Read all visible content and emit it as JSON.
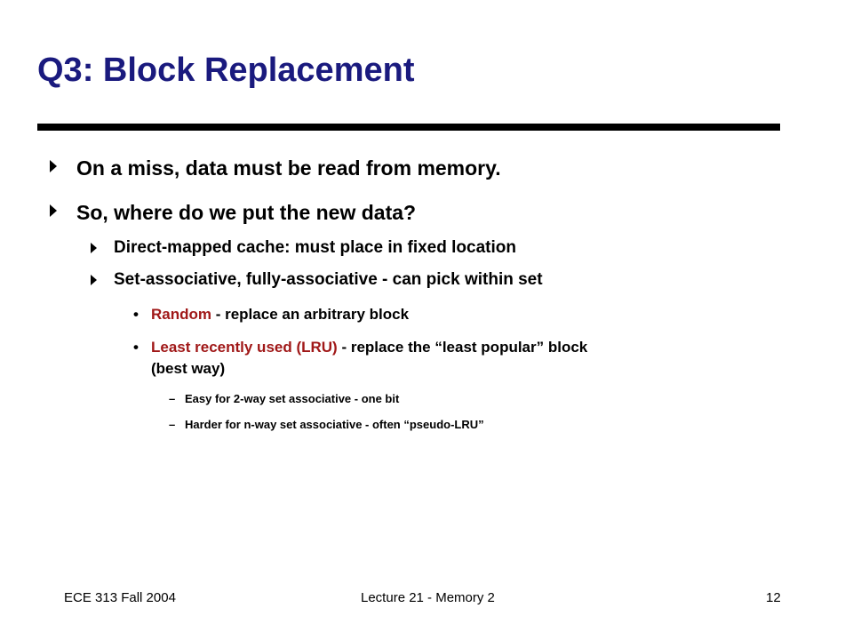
{
  "title": "Q3: Block Replacement",
  "bullets": {
    "b1": "On a miss, data must be read from memory.",
    "b2": "So, where do we put the new data?",
    "b2a": "Direct-mapped cache: must place in fixed location",
    "b2b": "Set-associative, fully-associative - can pick within set",
    "random_label": "Random",
    "random_text": " - replace an arbitrary block",
    "lru_label": "Least recently used (LRU)",
    "lru_text": " - replace the “least popular” block",
    "lru_cont": "(best way)",
    "sub1": "Easy for 2-way set associative - one bit",
    "sub2": "Harder for n-way set associative - often “pseudo-LRU”"
  },
  "markers": {
    "bullet_dot": "•",
    "dash": "–"
  },
  "footer": {
    "left": "ECE 313 Fall 2004",
    "center": "Lecture 21 - Memory 2",
    "page": "12"
  },
  "colors": {
    "title": "#1a1a7e",
    "highlight": "#a01818",
    "rule": "#000000"
  }
}
